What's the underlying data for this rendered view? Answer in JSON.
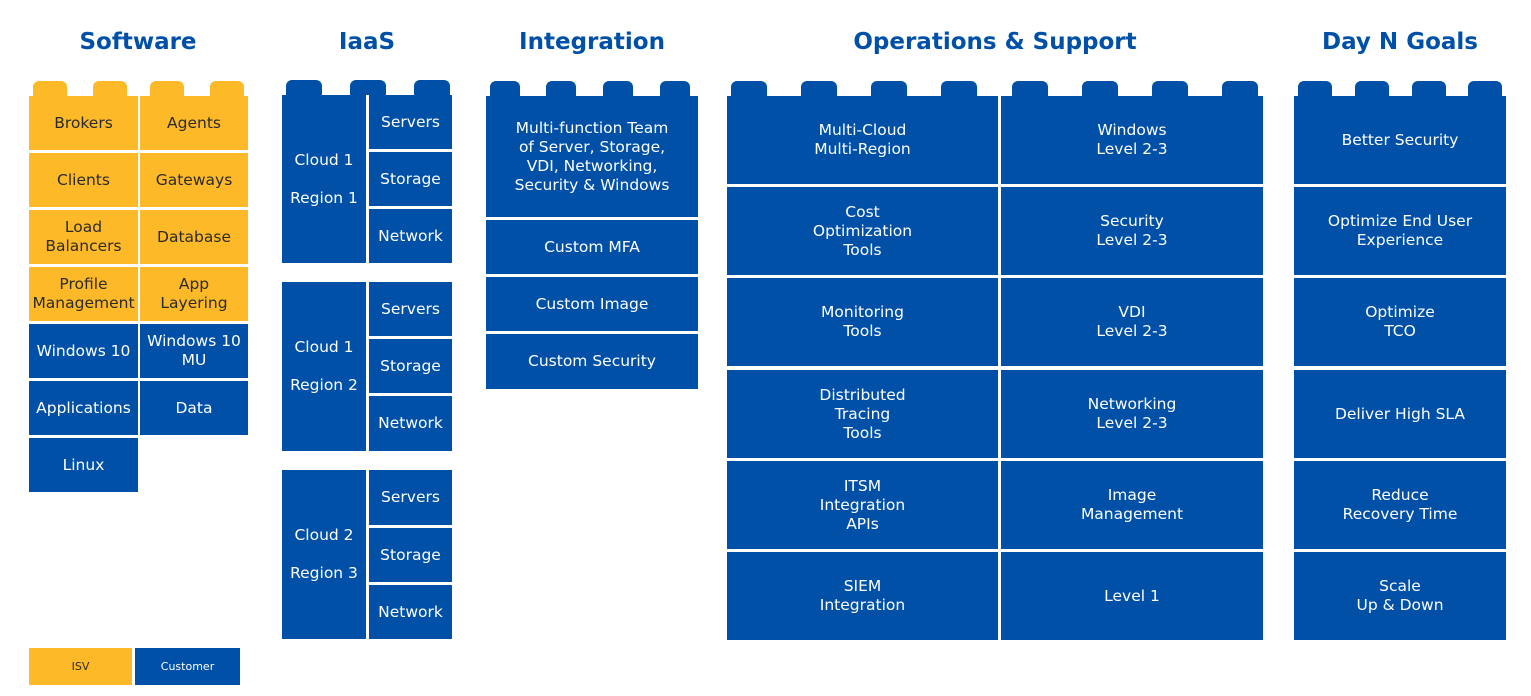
{
  "headers": {
    "software": "Software",
    "iaas": "IaaS",
    "integration": "Integration",
    "ops": "Operations & Support",
    "dayn": "Day N Goals"
  },
  "software": {
    "left": [
      "Brokers",
      "Clients",
      "Load\nBalancers",
      "Profile\nManagement",
      "Windows 10",
      "Applications",
      "Linux"
    ],
    "right": [
      "Agents",
      "Gateways",
      "Database",
      "App\nLayering",
      "Windows 10\nMU",
      "Data"
    ]
  },
  "iaas": {
    "regions": [
      "Cloud 1\n\nRegion 1",
      "Cloud 1\n\nRegion 2",
      "Cloud 2\n\nRegion 3"
    ],
    "resources": [
      "Servers",
      "Storage",
      "Network"
    ]
  },
  "integration": {
    "items": [
      "Multi-function  Team\nof Server, Storage,\nVDI, Networking,\nSecurity & Windows",
      "Custom MFA",
      "Custom Image",
      "Custom Security"
    ]
  },
  "ops": {
    "left": [
      "Multi-Cloud\nMulti-Region",
      "Cost\nOptimization\nTools",
      "Monitoring\nTools",
      "Distributed\nTracing\nTools",
      "ITSM\nIntegration\nAPIs",
      "SIEM\nIntegration"
    ],
    "right": [
      "Windows\nLevel 2-3",
      "Security\nLevel 2-3",
      "VDI\nLevel 2-3",
      "Networking\nLevel 2-3",
      "Image\nManagement",
      "Level 1"
    ]
  },
  "dayn": {
    "items": [
      "Better Security",
      "Optimize End User\nExperience",
      "Optimize\nTCO",
      "Deliver High SLA",
      "Reduce\nRecovery Time",
      "Scale\nUp & Down"
    ]
  },
  "legend": {
    "isv": "ISV",
    "customer": "Customer"
  },
  "colors": {
    "isv": "#FDB927",
    "customer": "#0050A8"
  }
}
